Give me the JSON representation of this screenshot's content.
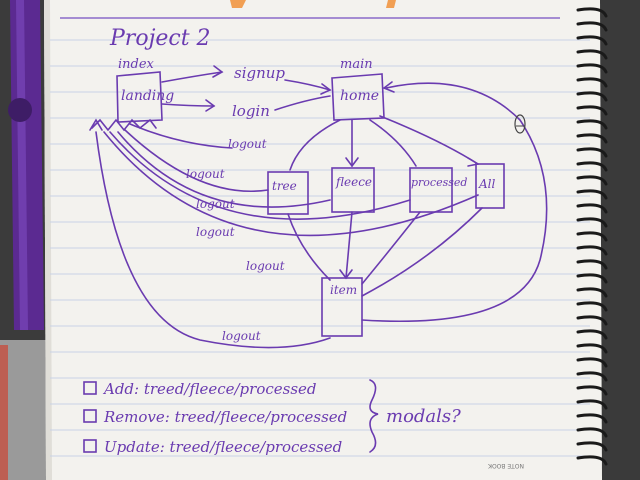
{
  "notebook": {
    "title": "Project 2",
    "footer_mark": "NOTE BOOK"
  },
  "diagram": {
    "nodes": {
      "landing": {
        "label": "landing",
        "annotation": "index"
      },
      "home": {
        "label": "home",
        "annotation": "main"
      },
      "signup": {
        "label": "signup"
      },
      "login": {
        "label": "login"
      },
      "tree": {
        "label": "tree"
      },
      "fleece": {
        "label": "fleece"
      },
      "processed": {
        "label": "processed"
      },
      "all": {
        "label": "All"
      },
      "item": {
        "label": "item"
      }
    },
    "logout_labels": [
      "logout",
      "logout",
      "logout",
      "logout",
      "logout",
      "logout"
    ]
  },
  "todo": {
    "items": [
      "Add: treed/fleece/processed",
      "Remove: treed/fleece/processed",
      "Update: treed/fleece/processed"
    ],
    "brace_label": "modals?"
  },
  "colors": {
    "ink": "#6a3bb0",
    "paper": "#f3f2ee",
    "rule_line": "#c9d3e6",
    "pen_purple": "#5b2a91",
    "highlighter_orange": "#f08a2c"
  }
}
